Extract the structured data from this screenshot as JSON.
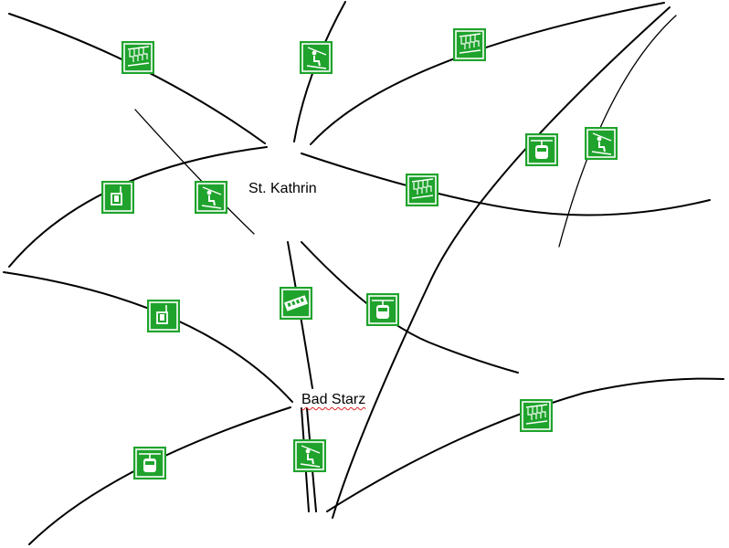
{
  "places": [
    {
      "id": "st-kathrin",
      "label": "St. Kathrin"
    },
    {
      "id": "bad-starz",
      "label": "Bad Starz"
    }
  ],
  "colors": {
    "sign_green": "#1fa32c",
    "sign_border": "#ffffff",
    "line": "#000000",
    "spellcheck": "#dd2222"
  },
  "lift_signs": [
    {
      "type": "chairlift-icon"
    },
    {
      "type": "surface-lift-icon"
    },
    {
      "type": "chairlift-icon"
    },
    {
      "type": "seat-lift-icon"
    },
    {
      "type": "surface-lift-icon"
    },
    {
      "type": "chairlift-icon"
    },
    {
      "type": "gondola-icon"
    },
    {
      "type": "surface-lift-icon"
    },
    {
      "type": "seat-lift-icon"
    },
    {
      "type": "funicular-icon"
    },
    {
      "type": "gondola-icon"
    },
    {
      "type": "gondola-icon"
    },
    {
      "type": "surface-lift-icon"
    },
    {
      "type": "chairlift-icon"
    }
  ]
}
